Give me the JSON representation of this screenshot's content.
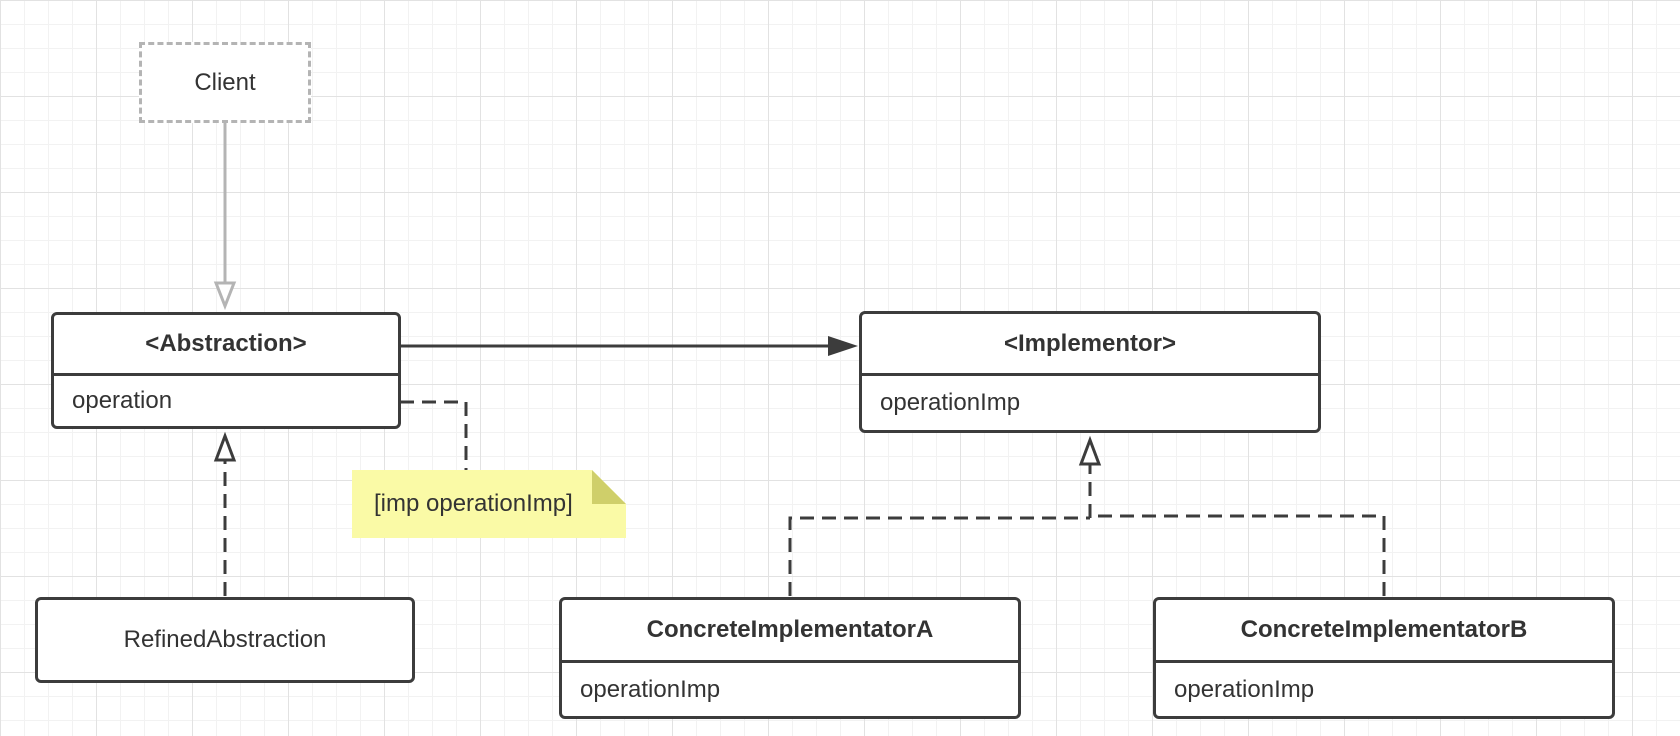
{
  "client": {
    "label": "Client"
  },
  "abstraction": {
    "title": "<Abstraction>",
    "operation": "operation"
  },
  "implementor": {
    "title": "<Implementor>",
    "operation": "operationImp"
  },
  "refined_abstraction": {
    "label": "RefinedAbstraction"
  },
  "concrete_a": {
    "title": "ConcreteImplementatorA",
    "operation": "operationImp"
  },
  "concrete_b": {
    "title": "ConcreteImplementatorB",
    "operation": "operationImp"
  },
  "note": {
    "text": "[imp operationImp]"
  },
  "colors": {
    "line": "#3c3c3c",
    "client_line": "#b4b4b4",
    "note_fill": "#fafaa6",
    "note_fold": "#cfcf6a"
  }
}
